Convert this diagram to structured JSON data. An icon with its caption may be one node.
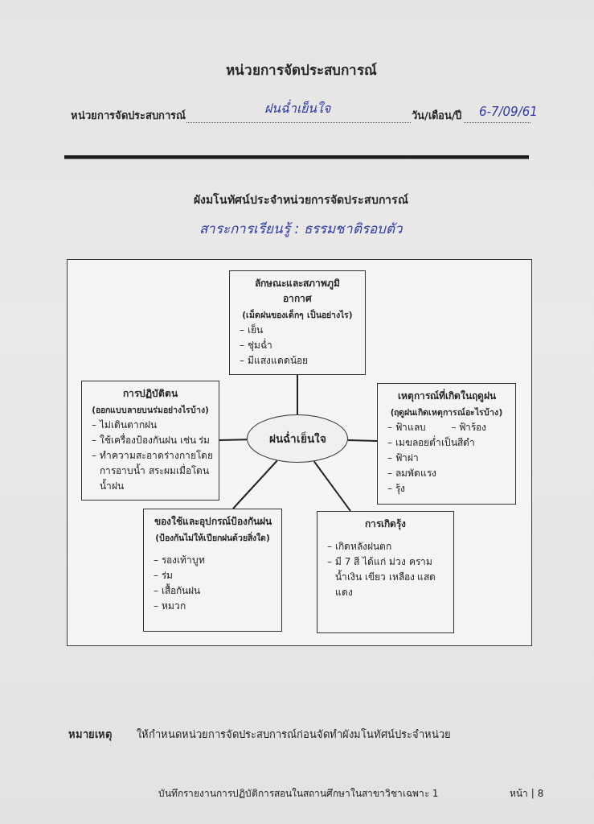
{
  "diagram": {
    "title": "หน่วยการจัดประสบการณ์",
    "nodes": [
      {
        "text": [
          "ลักษณะและสภาพภูมิอากาศ",
          "(เม็ดฝนของเด็กๆ เป็นอย่างไร)",
          "– เย็น",
          "– ชุ่มฉ่ำ",
          "– มีแสงแดดน้อย"
        ]
      },
      {
        "text": [
          "การปฏิบัติตน",
          "(ออกแบบลายบนร่มอย่างไรบ้าง)",
          "– ไม่เดินตากฝน",
          "– ใช้เครื่องป้องกันฝน เช่น ร่ม",
          "– ทำความสะอาดร่างกายโดยการอาบน้ำ สระผมเมื่อโดนน้ำฝน"
        ]
      },
      {
        "text": [
          "ฝนฉ่ำเย็นใจ"
        ]
      },
      {
        "text": [
          "เหตุการณ์ที่เกิดในฤดูฝน",
          "(ฤดูฝนเกิดเหตุการณ์อะไรบ้าง)",
          "– ฟ้าแลบ",
          "– ฟ้าร้อง",
          "– เมฆลอยต่ำเป็นสีดำ",
          "– ฟ้าผ่า",
          "– ลมพัดแรง",
          "– รุ้ง"
        ]
      },
      {
        "text": [
          "ของใช้และอุปกรณ์ป้องกันฝน",
          "(ป้องกันไม่ให้เปียกฝนด้วยสิ่งใด)",
          "– รองเท้าบูท",
          "– ร่ม",
          "– เสื้อกันฝน",
          "– หมวก"
        ]
      },
      {
        "text": [
          "การเกิดรุ้ง",
          "– เกิดหลังฝนตก",
          "– มี 7 สี ได้แก่ ม่วง คราม น้ำเงิน เขียว เหลือง แสด แดง"
        ]
      }
    ],
    "edges": [
      {
        "from": 2,
        "to": 0,
        "arrow": "none"
      },
      {
        "from": 2,
        "to": 1,
        "arrow": "none"
      },
      {
        "from": 2,
        "to": 3,
        "arrow": "none"
      },
      {
        "from": 2,
        "to": 4,
        "arrow": "none"
      },
      {
        "from": 2,
        "to": 5,
        "arrow": "none"
      }
    ],
    "labels": [
      "หน่วยการจัดประสบการณ์",
      "ฝนฉ่ำเย็นใจ",
      "วัน/เดือน/ปี",
      "6-7/09/61",
      "ผังมโนทัศน์ประจำหน่วยการจัดประสบการณ์",
      "สาระการเรียนรู้ : ธรรมชาติรอบตัว",
      "หมายเหตุ",
      "ให้กำหนดหน่วยการจัดประสบการณ์ก่อนจัดทำผังมโนทัศน์ประจำหน่วย",
      "บันทึกรายงานการปฏิบัติการสอนในสถานศึกษาในสาขาวิชาเฉพาะ 1",
      "หน้า | 8"
    ]
  }
}
